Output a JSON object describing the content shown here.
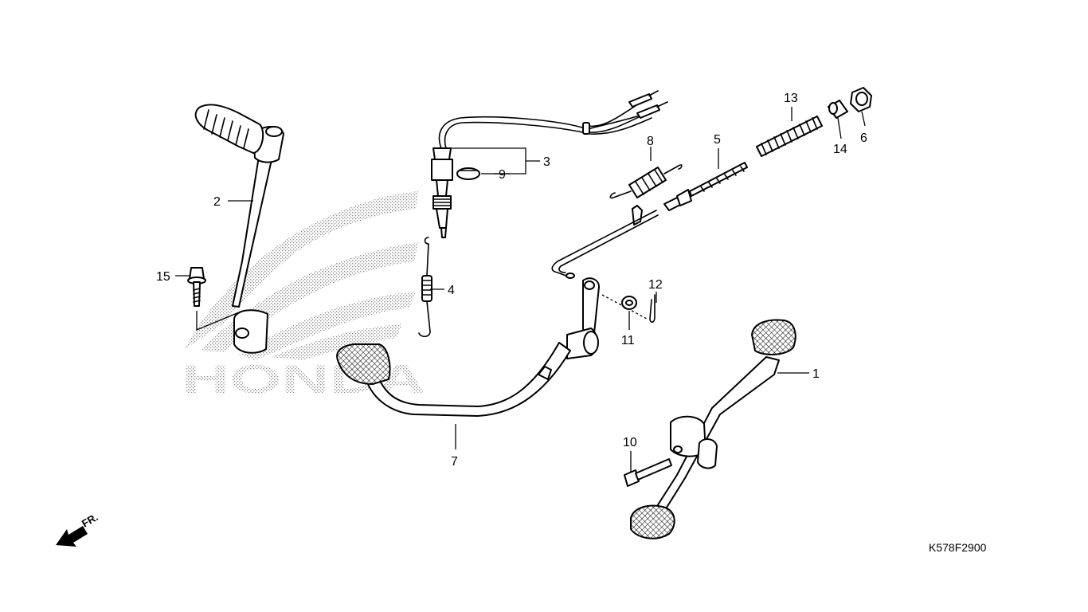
{
  "diagram": {
    "callouts": [
      "1",
      "2",
      "3",
      "4",
      "5",
      "6",
      "7",
      "8",
      "9",
      "10",
      "11",
      "12",
      "13",
      "14",
      "15"
    ],
    "watermark_text": "HONDA",
    "direction_label": "FR.",
    "figure_code": "K578F2900"
  },
  "parts": [
    {
      "number": "1",
      "icon": "brake-pedal-icon"
    },
    {
      "number": "2",
      "icon": "kickstarter-arm-icon"
    },
    {
      "number": "3",
      "icon": "brake-light-switch-icon"
    },
    {
      "number": "4",
      "icon": "return-spring-icon"
    },
    {
      "number": "5",
      "icon": "brake-rod-icon"
    },
    {
      "number": "6",
      "icon": "adjusting-nut-icon"
    },
    {
      "number": "7",
      "icon": "brake-pedal-arm-icon"
    },
    {
      "number": "8",
      "icon": "switch-spring-icon"
    },
    {
      "number": "9",
      "icon": "clip-icon"
    },
    {
      "number": "10",
      "icon": "bolt-icon"
    },
    {
      "number": "11",
      "icon": "washer-icon"
    },
    {
      "number": "12",
      "icon": "cotter-pin-icon"
    },
    {
      "number": "13",
      "icon": "rod-spring-icon"
    },
    {
      "number": "14",
      "icon": "joint-pin-icon"
    },
    {
      "number": "15",
      "icon": "flange-bolt-icon"
    }
  ],
  "colors": {
    "line": "#000000",
    "background": "#ffffff",
    "watermark": "#9a9a9a"
  }
}
